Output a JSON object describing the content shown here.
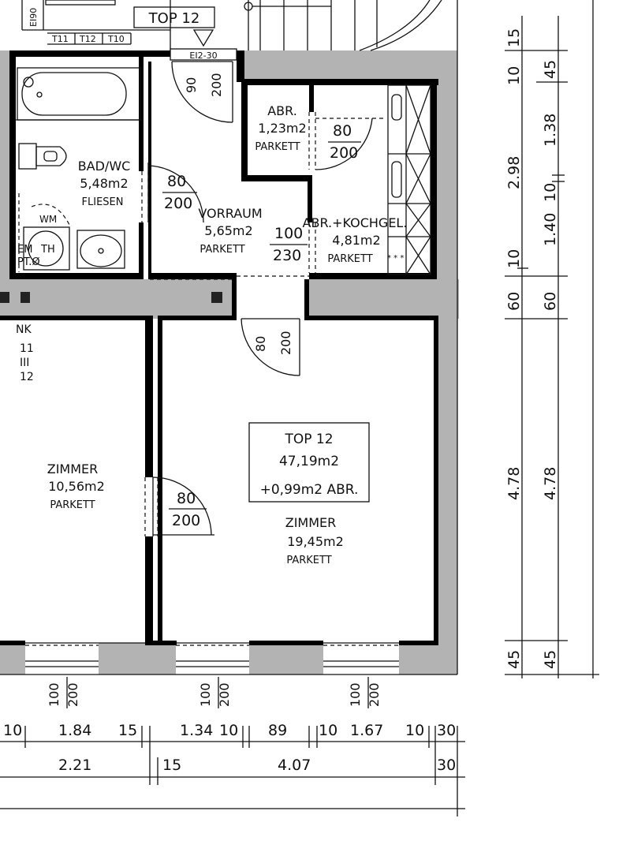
{
  "unit_label": {
    "title": "TOP 12",
    "area": "47,19m2",
    "extra": "+0,99m2 ABR."
  },
  "top_marker": "TOP 12",
  "rooms": {
    "bad": {
      "name": "BAD/WC",
      "area": "5,48m2",
      "floor": "FLIESEN"
    },
    "vorraum": {
      "name": "VORRAUM",
      "area": "5,65m2",
      "floor": "PARKETT"
    },
    "abr": {
      "name": "ABR.",
      "area": "1,23m2",
      "floor": "PARKETT"
    },
    "kochgel": {
      "name": "ABR.+KOCHGEL.",
      "area": "4,81m2",
      "floor": "PARKETT"
    },
    "zimmer_left": {
      "name": "ZIMMER",
      "area": "10,56m2",
      "floor": "PARKETT"
    },
    "zimmer_right": {
      "name": "ZIMMER",
      "area": "19,45m2",
      "floor": "PARKETT"
    }
  },
  "fixtures": {
    "wm": "WM",
    "em": "EM",
    "th": "TH",
    "pt": "PT.Ø",
    "nk": "NK",
    "nk_11": "11",
    "nk_bar": "III",
    "nk_12": "12",
    "ei190": "EI90",
    "ei230": "EI2-30",
    "t11": "T11",
    "t12": "T12",
    "t10": "T10"
  },
  "doors": {
    "entrance": {
      "w": "90",
      "h": "200"
    },
    "bad": {
      "w": "80",
      "h": "200"
    },
    "abr": {
      "w": "80",
      "h": "200"
    },
    "vorraum_kochgel": {
      "w": "100",
      "h": "230"
    },
    "zimmer_right": {
      "w": "80",
      "h": "200"
    },
    "zimmer_left": {
      "w": "80",
      "h": "200"
    }
  },
  "windows": [
    {
      "w": "100",
      "h": "200"
    },
    {
      "w": "100",
      "h": "200"
    },
    {
      "w": "100",
      "h": "200"
    }
  ],
  "dims_right_inner": [
    "15",
    "45",
    "1.38",
    "10",
    "1.40",
    "60",
    "4.78",
    "45"
  ],
  "dims_right_outer": [
    "15",
    "10",
    "2.98",
    "10",
    "60",
    "4.78",
    "45"
  ],
  "dims_bottom_row1": [
    "10",
    "1.84",
    "15",
    "1.34",
    "10",
    "89",
    "10",
    "1.67",
    "10",
    "30"
  ],
  "dims_bottom_row2": [
    "2.21",
    "15",
    "4.07",
    "30"
  ]
}
